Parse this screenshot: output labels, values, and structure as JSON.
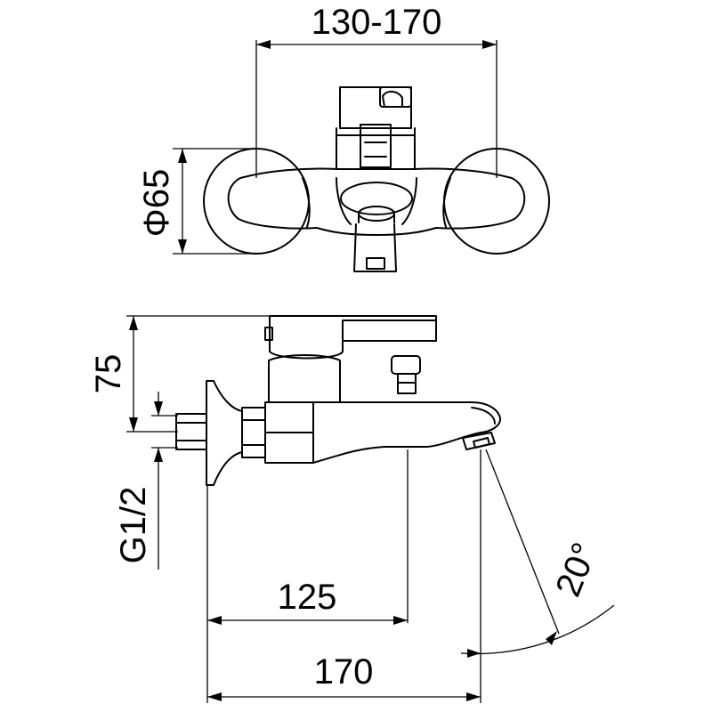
{
  "drawing": {
    "top_view": {
      "width_dim": "130-170",
      "diameter_dim": "Φ65"
    },
    "side_view": {
      "height_dim": "75",
      "thread_dim": "G1/2",
      "spout_dim": "125",
      "overall_dim": "170",
      "angle_dim": "20°"
    }
  }
}
